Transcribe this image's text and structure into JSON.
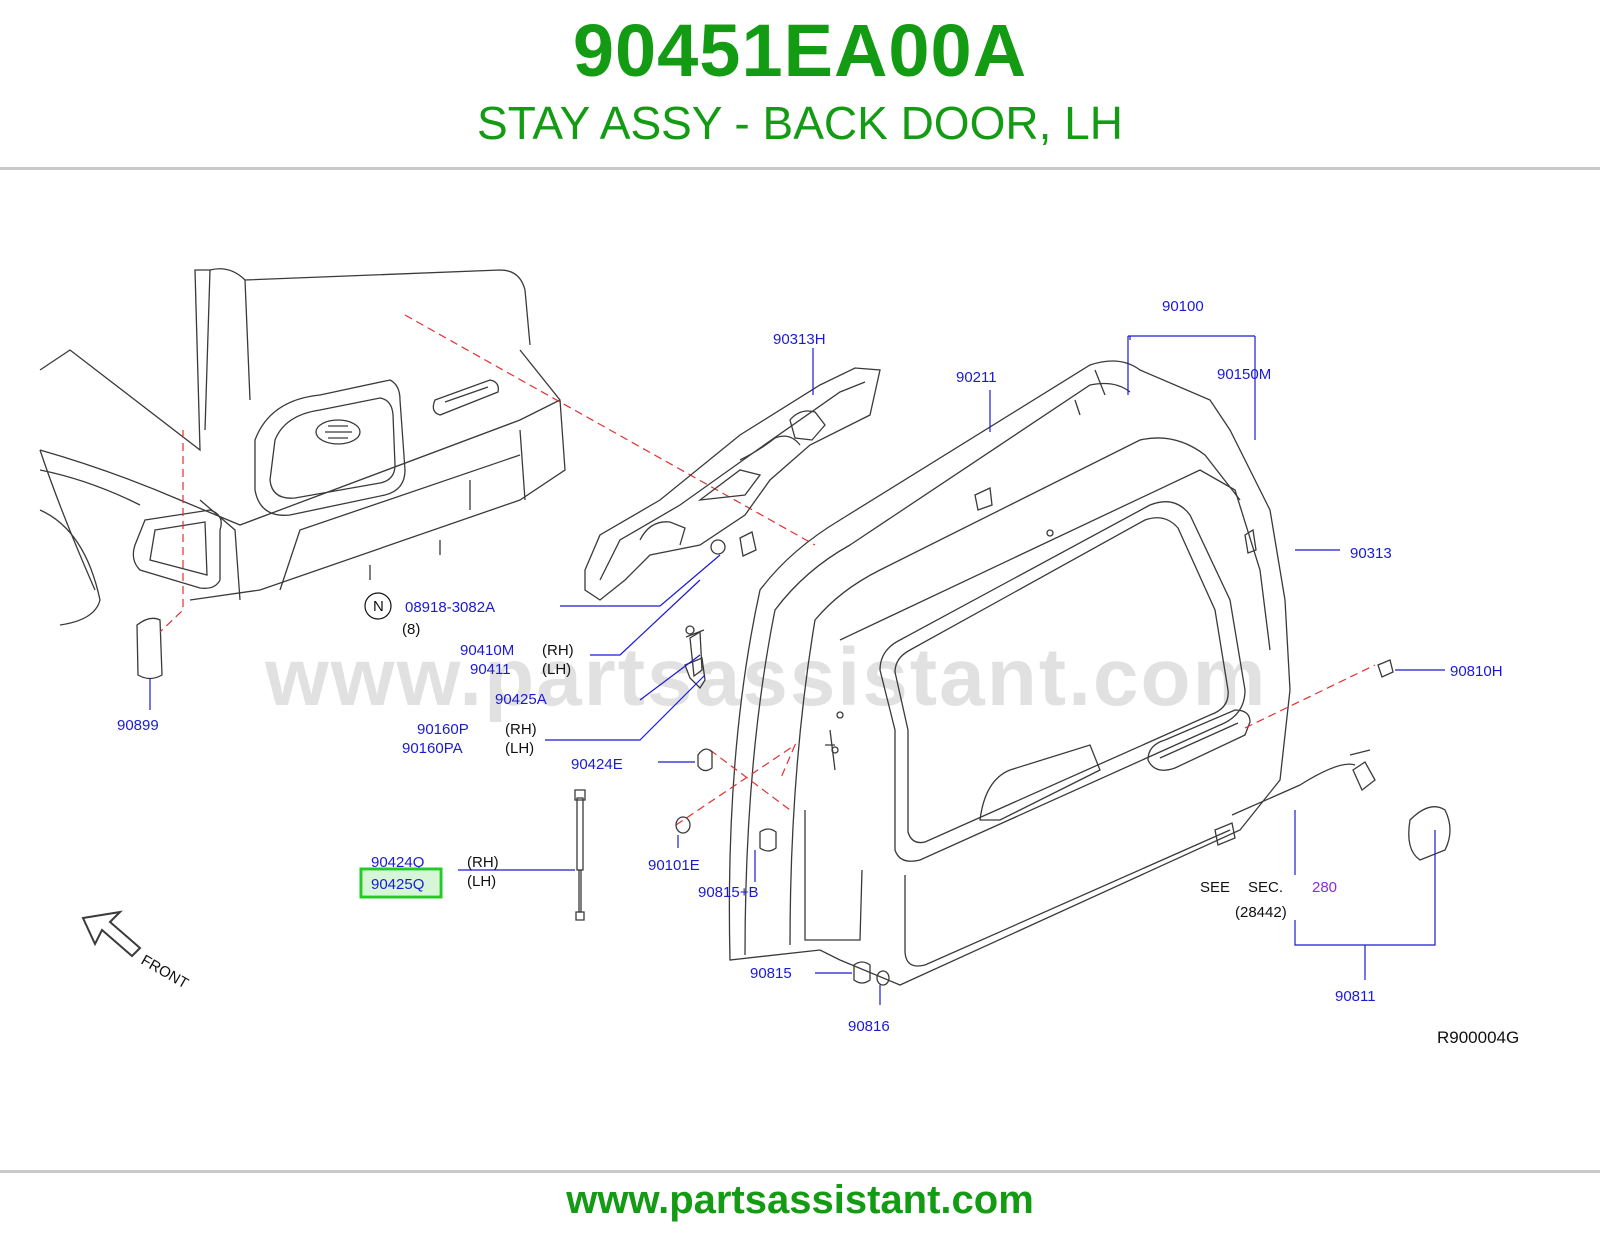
{
  "header": {
    "part_number": "90451EA00A",
    "description": "STAY ASSY - BACK DOOR, LH"
  },
  "footer": {
    "url": "www.partsassistant.com"
  },
  "watermark": "www.partsassistant.com",
  "diagram": {
    "code": "R900004G",
    "front_label": "FRONT",
    "highlight_color": "#22cc22",
    "labels": {
      "p90100": "90100",
      "p90313H": "90313H",
      "p90211": "90211",
      "p90150M": "90150M",
      "p90313": "90313",
      "nut_symbol": "N",
      "p08918": "08918-3082A",
      "qty8": "(8)",
      "p90410M": "90410M",
      "p90411": "90411",
      "rh1": "(RH)",
      "lh1": "(LH)",
      "p90425A": "90425A",
      "p90160P": "90160P",
      "p90160PA": "90160PA",
      "rh2": "(RH)",
      "lh2": "(LH)",
      "p90424E": "90424E",
      "p90899": "90899",
      "p90810H": "90810H",
      "p90424Q": "90424Q",
      "p90425Q": "90425Q",
      "rh3": "(RH)",
      "lh3": "(LH)",
      "p90101E": "90101E",
      "p90815B": "90815+B",
      "see": "SEE",
      "sec": "SEC.",
      "sec_num": "280",
      "p28442": "(28442)",
      "p90815": "90815",
      "p90816": "90816",
      "p90811": "90811"
    }
  }
}
